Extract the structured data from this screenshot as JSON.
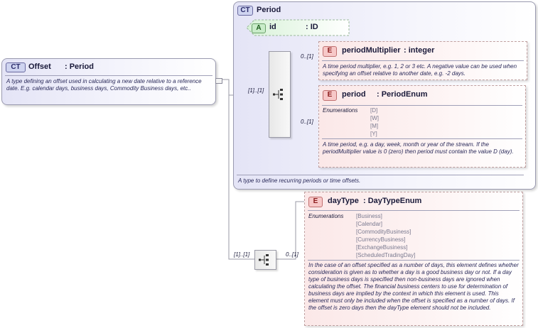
{
  "offset": {
    "badge": "CT",
    "name": "Offset",
    "type": ": Period",
    "doc": "A type defining an offset used in calculating a new date relative to a reference date. E.g. calendar days, business days, Commodity Business days, etc.."
  },
  "period_type": {
    "badge": "CT",
    "name": "Period",
    "doc": "A type to define recurring periods or time offsets."
  },
  "attribute": {
    "badge": "A",
    "name": "id",
    "type": ": ID"
  },
  "period_multiplier": {
    "badge": "E",
    "name": "periodMultiplier",
    "type": ": integer",
    "cardinality": "0..[1]",
    "doc": "A time period multiplier, e.g. 1, 2 or 3 etc. A negative value can be used when specifying an offset relative to another date, e.g. -2 days."
  },
  "period": {
    "badge": "E",
    "name": "period",
    "type": ": PeriodEnum",
    "cardinality": "0..[1]",
    "enum_label": "Enumerations",
    "enums": [
      "[D]",
      "[W]",
      "[M]",
      "[Y]"
    ],
    "doc": "A time period, e.g. a day, week, month or year of the stream. If the periodMultiplier value is 0 (zero) then period must contain the value D (day)."
  },
  "sequence1": {
    "cardinality": "[1]..[1]"
  },
  "sequence2": {
    "cardinality": "[1]..[1]"
  },
  "day_type": {
    "badge": "E",
    "name": "dayType",
    "type": ": DayTypeEnum",
    "cardinality": "0..[1]",
    "enum_label": "Enumerations",
    "enums": [
      "[Business]",
      "[Calendar]",
      "[CommodityBusiness]",
      "[CurrencyBusiness]",
      "[ExchangeBusiness]",
      "[ScheduledTradingDay]"
    ],
    "doc": "In the case of an offset specified as a number of days, this element defines whether consideration is given as to whether a day is a good business day or not. If a day type of business days is specified then non-business days are ignored when calculating the offset. The financial business centers to use for determination of business days are implied by the context in which this element is used. This element must only be included when the offset is specified as a number of days. If the offset is zero days then the dayType element should not be included."
  }
}
